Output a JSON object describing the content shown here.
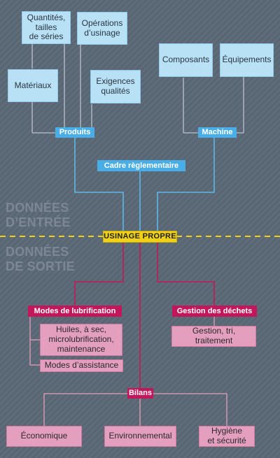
{
  "inputs": {
    "quantites": "Quantités,\ntailles\nde séries",
    "operations": "Opérations\nd’usinage",
    "materiaux": "Matériaux",
    "exigences": "Exigences\nqualités",
    "composants": "Composants",
    "equipements": "Équipements",
    "produits": "Produits",
    "machine": "Machine",
    "cadre": "Cadre règlementaire"
  },
  "center": {
    "label": "USINAGE PROPRE"
  },
  "sections": {
    "entree": "DONNÉES\nD’ENTRÉE",
    "sortie": "DONNÉES\nDE SORTIE"
  },
  "outputs": {
    "lubrification": "Modes de lubrification",
    "huiles": "Huiles, à sec,\nmicrolubrification,\nmaintenance",
    "assistance": "Modes d’assistance",
    "dechets": "Gestion des déchets",
    "gestion": "Gestion, tri,\ntraitement",
    "bilans": "Bilans",
    "economique": "Économique",
    "environnemental": "Environnemental",
    "hygiene": "Hygiène\net sécurité"
  },
  "colors": {
    "background": "#596673",
    "blue_line": "#5ab8ea",
    "pink_line": "#c2185b",
    "pink_light_line": "#e39fbd",
    "gray_line": "#b9c2cb",
    "dashed_separator": "#f1d018"
  }
}
